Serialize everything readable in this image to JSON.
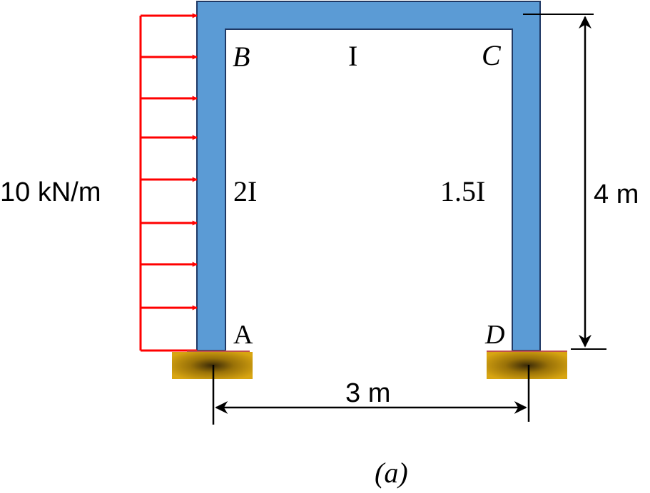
{
  "diagram": {
    "load_label": "10 kN/m",
    "height_label": "4 m",
    "span_label": "3 m",
    "caption": "(a)",
    "nodes": {
      "B": "B",
      "C": "C",
      "A": "A",
      "D": "D"
    },
    "members": {
      "beam_bc": "I",
      "column_ab": "2I",
      "column_dc": "1.5I"
    },
    "colors": {
      "frame_fill": "#5b9bd5",
      "frame_stroke": "#1f3864",
      "load_arrow": "#ff0000",
      "support_fill": "#c8960c",
      "support_line": "#c0504d",
      "dimension": "#000000"
    }
  }
}
